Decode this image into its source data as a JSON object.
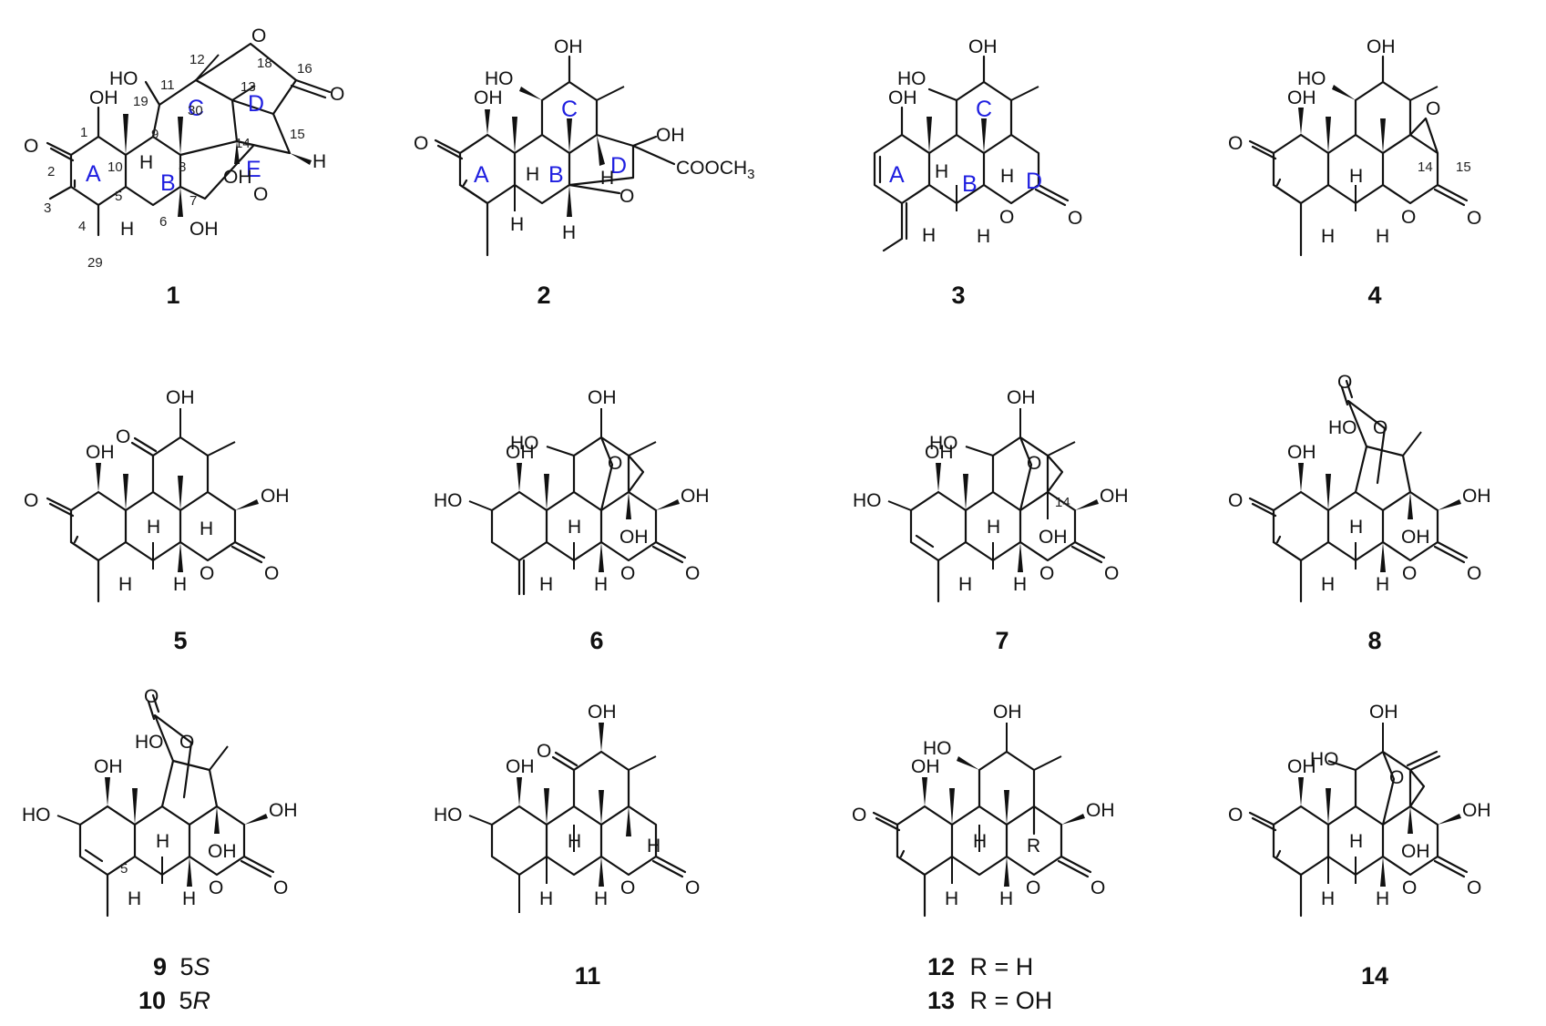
{
  "colors": {
    "ring_label": "#1f1fe0",
    "bond": "#111111"
  },
  "compounds": [
    {
      "id": "1"
    },
    {
      "id": "2"
    },
    {
      "id": "3"
    },
    {
      "id": "4"
    },
    {
      "id": "5"
    },
    {
      "id": "6"
    },
    {
      "id": "7"
    },
    {
      "id": "8"
    },
    {
      "id": "11"
    },
    {
      "id": "14"
    }
  ],
  "captions": {
    "c9": {
      "id": "9",
      "desc": "5",
      "ital": "S"
    },
    "c10": {
      "id": "10",
      "desc": "5",
      "ital": "R"
    },
    "c12": {
      "id": "12",
      "desc": "R = H"
    },
    "c13": {
      "id": "13",
      "desc": "R = OH"
    }
  },
  "ring_labels": {
    "c1": [
      "A",
      "B",
      "C",
      "D",
      "E"
    ],
    "c2": [
      "A",
      "B",
      "C",
      "D"
    ],
    "c3": [
      "A",
      "B",
      "C",
      "D"
    ]
  },
  "atom_labels": {
    "OH": "OH",
    "HO": "HO",
    "O": "O",
    "H": "H",
    "R": "R",
    "COOCH3": "COOCH3"
  },
  "c1_numbers": [
    "1",
    "2",
    "3",
    "4",
    "5",
    "6",
    "7",
    "8",
    "9",
    "10",
    "11",
    "12",
    "13",
    "14",
    "15",
    "16",
    "18",
    "19",
    "29",
    "30"
  ],
  "extra_numbers": {
    "c4_14": "14",
    "c4_15": "15",
    "c7_14": "14",
    "c9_5": "5"
  }
}
